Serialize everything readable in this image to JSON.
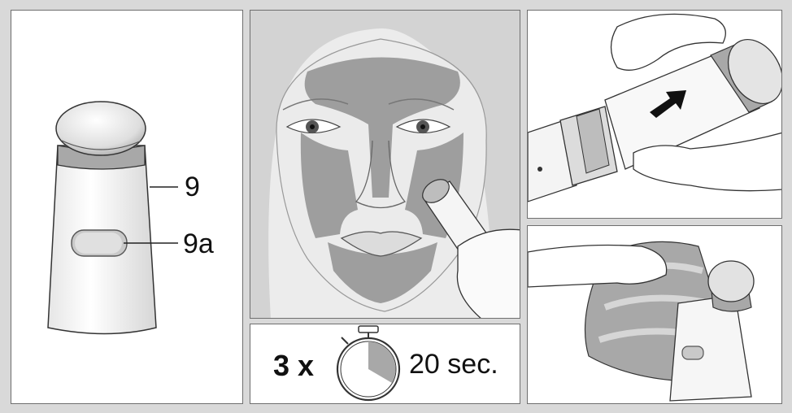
{
  "device_labels": {
    "part": "9",
    "switch": "9a"
  },
  "timer": {
    "repeat": "3 x",
    "duration": "20",
    "unit": "sec."
  },
  "icons": [
    "device-icon",
    "stopwatch-icon",
    "arrow-icon",
    "hand-icon",
    "cloth-icon"
  ],
  "colors": {
    "background": "#d9d9d9",
    "panel": "#ffffff",
    "shade": "#9e9e9e",
    "outline": "#333333"
  }
}
